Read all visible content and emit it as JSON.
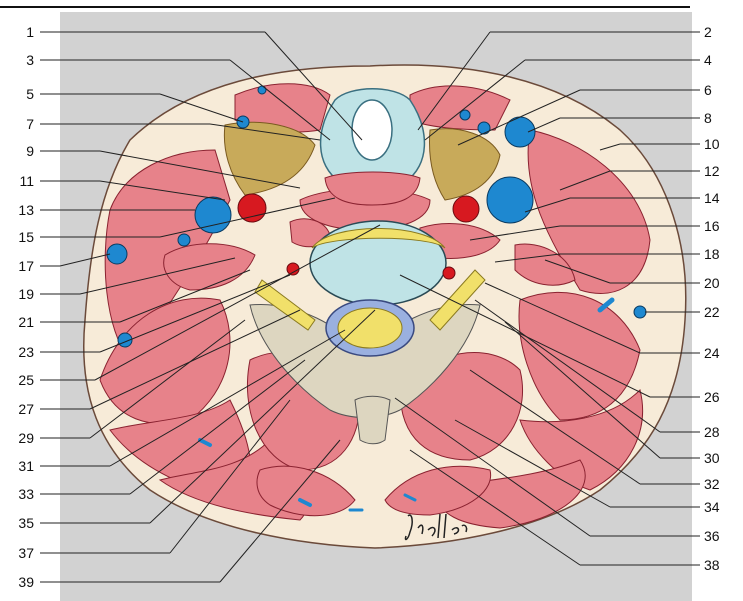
{
  "labels_left": [
    "1",
    "3",
    "5",
    "7",
    "9",
    "11",
    "13",
    "15",
    "17",
    "19",
    "21",
    "23",
    "25",
    "27",
    "29",
    "31",
    "33",
    "35",
    "37",
    "39"
  ],
  "labels_right": [
    "2",
    "4",
    "6",
    "8",
    "10",
    "12",
    "14",
    "16",
    "18",
    "20",
    "22",
    "24",
    "26",
    "28",
    "30",
    "32",
    "34",
    "36",
    "38"
  ],
  "signature": "Jröller",
  "colors": {
    "muscle": "#e7828a",
    "muscle_edge": "#8a2230",
    "skin": "#f7ebd8",
    "gland": "#c8aa5a",
    "artery": "#d71920",
    "vein": "#1e88d0",
    "disc": "#bfe3e6",
    "bone": "#f1e06a",
    "dura": "#9ab0e0",
    "background": "#d2d2d2"
  }
}
